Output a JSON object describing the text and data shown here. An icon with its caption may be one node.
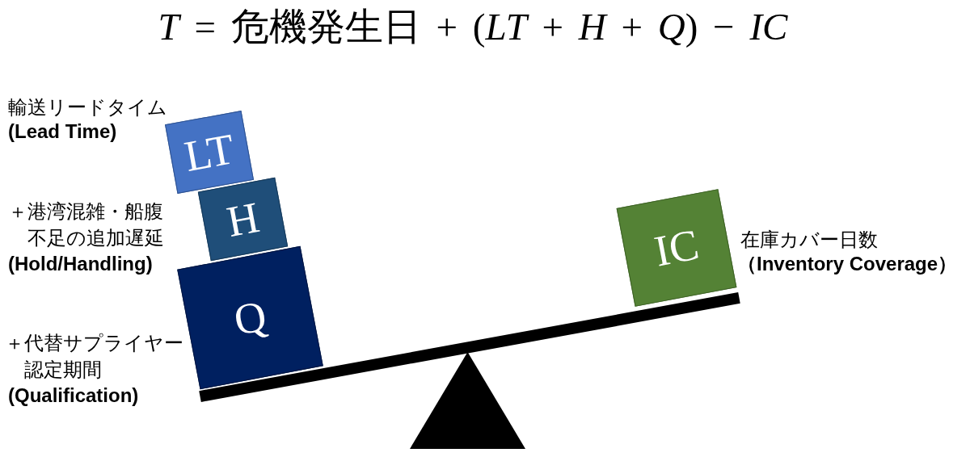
{
  "diagram": {
    "title": "*T* = 危機発生日 + (*LT* + *H* + *Q*) − *IC*",
    "nodes": [
      {
        "text": [
          "LT"
        ],
        "beside": [
          "輸送リードタイム",
          "(Lead Time)"
        ]
      },
      {
        "text": [
          "H"
        ],
        "beside": [
          "＋港湾混雑・船腹不足の追加遅延",
          "(Hold/Handling)"
        ]
      },
      {
        "text": [
          "Q"
        ],
        "beside": [
          "＋代替サプライヤー認定期間",
          "(Qualification)"
        ]
      },
      {
        "text": [
          "IC"
        ],
        "beside": [
          "在庫カバー日数",
          "（Inventory Coverage）"
        ]
      },
      {
        "text": [],
        "shape": "bar"
      },
      {
        "text": [],
        "shape": "triangle"
      }
    ]
  }
}
